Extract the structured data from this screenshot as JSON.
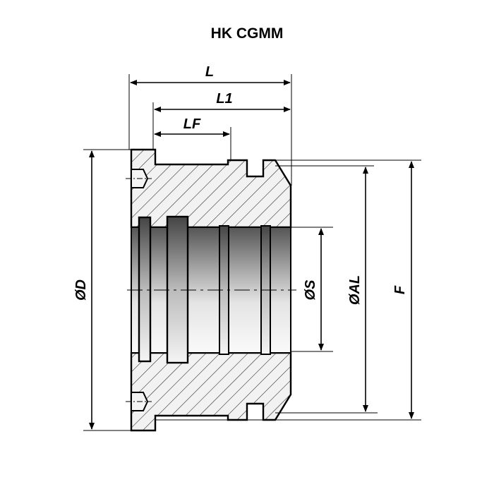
{
  "title": "HK CGMM",
  "dimensions": {
    "L": "L",
    "L1": "L1",
    "LF": "LF",
    "D": "ØD",
    "S": "ØS",
    "AL": "ØAL",
    "F": "F"
  }
}
